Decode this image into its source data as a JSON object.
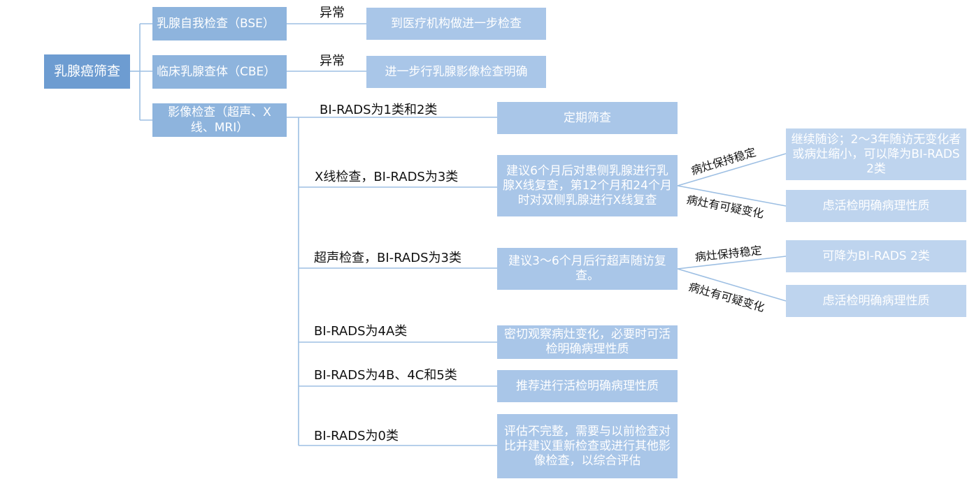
{
  "root": "乳腺癌筛查",
  "methods": {
    "bse": "乳腺自我检查（BSE）",
    "cbe": "临床乳腺查体（CBE）",
    "imaging": "影像检查（超声、X线、MRI）"
  },
  "edges": {
    "bse_abnormal": "异常",
    "cbe_abnormal": "异常",
    "birads_1_2": "BI-RADS为1类和2类",
    "xray_3": "X线检查，BI-RADS为3类",
    "us_3": "超声检查，BI-RADS为3类",
    "birads_4a": "BI-RADS为4A类",
    "birads_4b_4c_5": "BI-RADS为4B、4C和5类",
    "birads_0": "BI-RADS为0类",
    "xray_stable": "病灶保持稳定",
    "xray_suspicious": "病灶有可疑变化",
    "us_stable": "病灶保持稳定",
    "us_suspicious": "病灶有可疑变化"
  },
  "actions": {
    "bse": "到医疗机构做进一步检查",
    "cbe": "进一步行乳腺影像检查明确",
    "birads_1_2": "定期筛查",
    "xray_3": "建议6个月后对患侧乳腺进行乳腺X线复查，第12个月和24个月时对双侧乳腺进行X线复查",
    "us_3": "建议3～6个月后行超声随访复查。",
    "birads_4a": "密切观察病灶变化，必要时可活检明确病理性质",
    "birads_4b_4c_5": "推荐进行活检明确病理性质",
    "birads_0": "评估不完整，需要与以前检查对比并建议重新检查或进行其他影像检查，以综合评估"
  },
  "outcomes": {
    "xray_stable": "继续随诊；2～3年随访无变化者或病灶缩小，可以降为BI-RADS 2类",
    "xray_suspicious": "虑活检明确病理性质",
    "us_stable": "可降为BI-RADS 2类",
    "us_suspicious": "虑活检明确病理性质"
  },
  "colors": {
    "root": "#6d9cd1",
    "level1": "#8eb4dd",
    "level2": "#a9c6e8",
    "level3": "#bed4ee",
    "connector": "#9dbfe3"
  }
}
